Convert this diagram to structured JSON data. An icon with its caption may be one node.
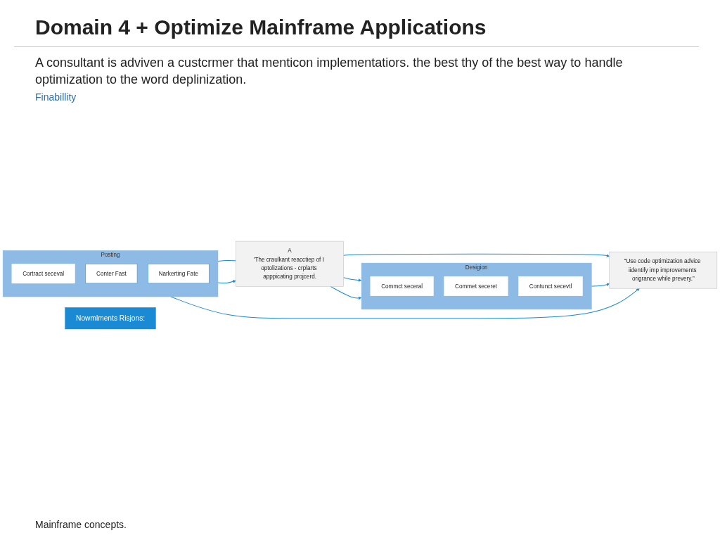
{
  "diagram": {
    "title": "Domain 4 + Optimize Mainframe Applications",
    "caption": "Mainframe concepts.",
    "nodes": [
      {
        "text": [
          "Nowmlments Risjons:"
        ]
      },
      {
        "text": [
          "Posting"
        ]
      },
      {
        "text": [
          "Cortract seceval"
        ],
        "in": 1
      },
      {
        "text": [
          "Conter Fast"
        ],
        "in": 1
      },
      {
        "text": [
          "Narkerting Fate"
        ],
        "in": 1
      },
      {
        "text": [
          "A",
          "'The craulkant reacctiep of I optolizations - crplarts apppicating projcerd."
        ]
      },
      {
        "text": [
          "Desigion"
        ]
      },
      {
        "text": [
          "Commct seceral"
        ],
        "in": 6
      },
      {
        "text": [
          "Commet seceret"
        ],
        "in": 6
      },
      {
        "text": [
          "Contunct secevtl"
        ],
        "in": 6
      },
      {
        "text": [
          "“Use code optimization advice iidentify imp improvements origrance while prevery.”"
        ]
      }
    ],
    "edges": [
      {
        "from": 1,
        "to": 5,
        "arrow": "none"
      },
      {
        "from": 1,
        "to": 5,
        "arrow": "to"
      },
      {
        "from": 5,
        "to": 6,
        "arrow": "to"
      },
      {
        "from": 5,
        "to": 6,
        "arrow": "to"
      },
      {
        "from": 5,
        "to": 10,
        "arrow": "to"
      },
      {
        "from": 1,
        "to": 10,
        "arrow": "to"
      },
      {
        "from": 6,
        "to": 10,
        "arrow": "to"
      }
    ],
    "labels": [
      "A consultant is adviven a custcrmer that menticon implementatiors. the best thy of the best way to handle optimization to the word deplinization.",
      "Finabillity"
    ]
  }
}
